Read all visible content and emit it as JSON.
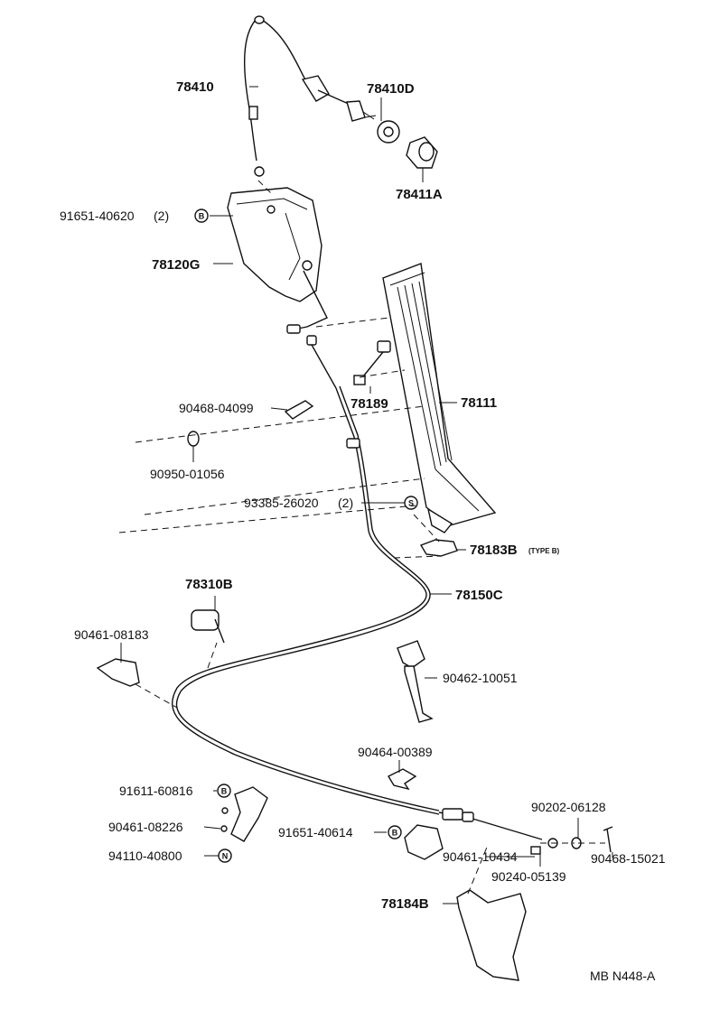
{
  "diagram": {
    "code": "MB N448-A",
    "markers": {
      "b": "B",
      "s": "S",
      "n": "N"
    },
    "parts": [
      {
        "id": "p78410",
        "number": "78410"
      },
      {
        "id": "p78410d",
        "number": "78410D"
      },
      {
        "id": "p78411a",
        "number": "78411A"
      },
      {
        "id": "p91651_40620",
        "number": "91651-40620",
        "qty": "(2)"
      },
      {
        "id": "p78120g",
        "number": "78120G"
      },
      {
        "id": "p78111",
        "number": "78111"
      },
      {
        "id": "p78189",
        "number": "78189"
      },
      {
        "id": "p90468_04099",
        "number": "90468-04099"
      },
      {
        "id": "p90950_01056",
        "number": "90950-01056"
      },
      {
        "id": "p93385_26020",
        "number": "93385-26020",
        "qty": "(2)"
      },
      {
        "id": "p78183b",
        "number": "78183B",
        "note": "(TYPE B)"
      },
      {
        "id": "p78150c",
        "number": "78150C"
      },
      {
        "id": "p78310b",
        "number": "78310B"
      },
      {
        "id": "p90461_08183",
        "number": "90461-08183"
      },
      {
        "id": "p90462_10051",
        "number": "90462-10051"
      },
      {
        "id": "p90464_00389",
        "number": "90464-00389"
      },
      {
        "id": "p91611_60816",
        "number": "91611-60816"
      },
      {
        "id": "p90461_08226",
        "number": "90461-08226"
      },
      {
        "id": "p94110_40800",
        "number": "94110-40800"
      },
      {
        "id": "p91651_40614",
        "number": "91651-40614"
      },
      {
        "id": "p90461_10434",
        "number": "90461-10434"
      },
      {
        "id": "p90202_06128",
        "number": "90202-06128"
      },
      {
        "id": "p90240_05139",
        "number": "90240-05139"
      },
      {
        "id": "p90468_15021",
        "number": "90468-15021"
      },
      {
        "id": "p78184b",
        "number": "78184B"
      }
    ]
  }
}
